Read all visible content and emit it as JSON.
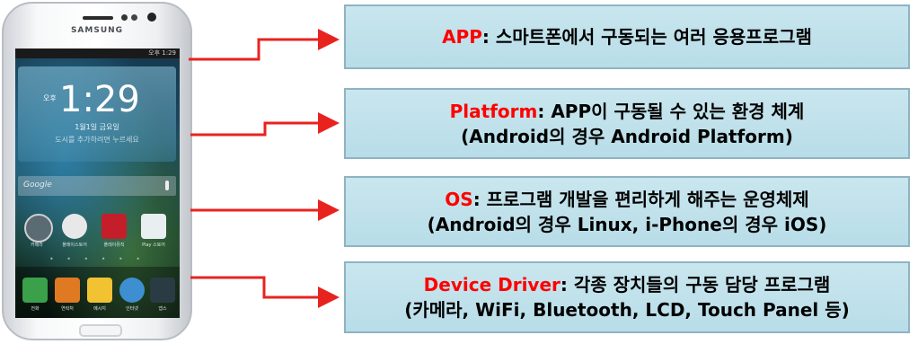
{
  "phone": {
    "brand": "SAMSUNG",
    "status_text": "오후 1:29",
    "clock_ampm": "오후",
    "clock_time": "1:29",
    "clock_date": "1월1일 금요일",
    "clock_weather": "도시를 추가하려면 누르세요",
    "search_label": "Google",
    "apps_row1": [
      "카메라",
      "플레이스토어",
      "플레이뮤직",
      "Play 스토어"
    ],
    "dock_labels": [
      "전화",
      "연락처",
      "메시지",
      "인터넷",
      "앱스"
    ]
  },
  "boxes": [
    {
      "keyword": "APP",
      "line1_rest": ": 스마트폰에서 구동되는 여러 응용프로그램",
      "line2": ""
    },
    {
      "keyword": "Platform",
      "line1_rest": ": APP이 구동될 수 있는 환경 체계",
      "line2": "(Android의 경우 Android Platform)"
    },
    {
      "keyword": "OS",
      "line1_rest": ": 프로그램 개발을 편리하게 해주는 운영체제",
      "line2": "(Android의 경우 Linux, i-Phone의 경우 iOS)"
    },
    {
      "keyword": "Device Driver",
      "line1_rest": ": 각종 장치들의 구동 담당 프로그램",
      "line2": "(카메라, WiFi, Bluetooth, LCD, Touch Panel 등)"
    }
  ],
  "colors": {
    "keyword": "#ff0000",
    "arrow": "#e8231f",
    "box_fill": "#bfe1eb",
    "box_border": "#8fb3c2"
  }
}
